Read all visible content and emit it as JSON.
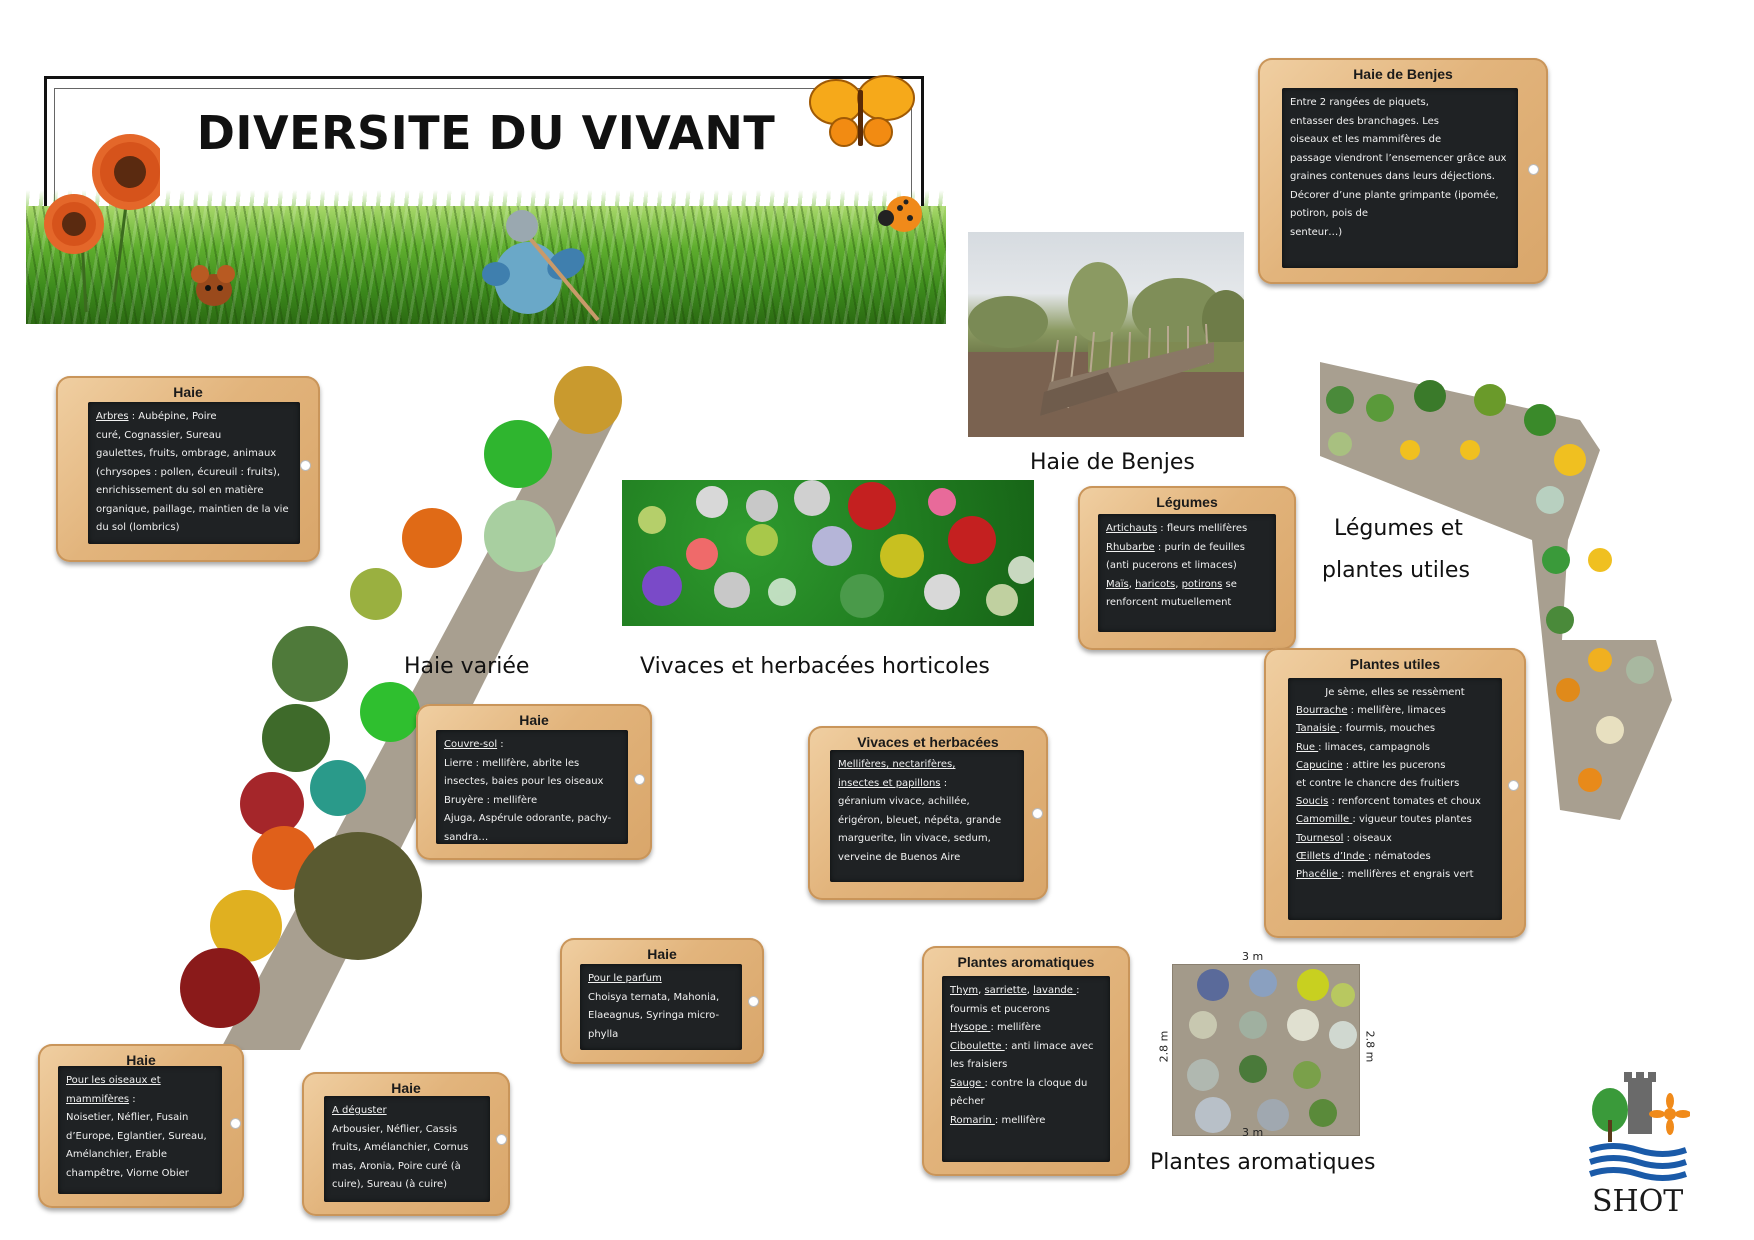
{
  "banner": {
    "title": "DIVERSITE DU VIVANT"
  },
  "labels": {
    "haie_benjes": "Haie de Benjes",
    "haie_variee": "Haie variée",
    "vivaces_horticoles": "Vivaces et herbacées horticoles",
    "legumes_line1": "Légumes et",
    "legumes_line2": "plantes utiles",
    "plantes_aromatiques": "Plantes aromatiques"
  },
  "aroma_dims": {
    "top": "3 m",
    "bottom": "3 m",
    "left": "2.8 m",
    "right": "2.8 m"
  },
  "boards": {
    "benjes": {
      "title": "Haie de Benjes",
      "lines": [
        "Entre 2 rangées de piquets,",
        "entasser des branchages. Les",
        "oiseaux et les mammifères de",
        "passage viendront l’ensemencer grâce aux",
        "graines contenues dans leurs déjections.",
        "Décorer d’une plante grimpante (ipomée,",
        "potiron, pois de",
        "senteur…)"
      ]
    },
    "haie_arbres": {
      "title": "Haie",
      "u1": "Arbres",
      "t1": " : Aubépine, Poire",
      "lines": [
        "curé, Cognassier, Sureau",
        "gaulettes, fruits, ombrage, animaux",
        "(chrysopes : pollen, écureuil : fruits),",
        "enrichissement du sol en matière",
        "organique, paillage, maintien de la vie",
        "du sol (lombrics)"
      ]
    },
    "legumes": {
      "title": "Légumes",
      "u1": "Artichauts",
      "t1": " : fleurs mellifères",
      "u2": "Rhubarbe",
      "t2": " : purin de feuilles",
      "l3": "(anti pucerons et limaces)",
      "u4a": "Maïs",
      "sep1": ", ",
      "u4b": "haricots",
      "sep2": ", ",
      "u4c": "potirons",
      "t4": " se",
      "l5": "renforcent mutuellement"
    },
    "plantes_utiles": {
      "title": "Plantes utiles",
      "intro": "Je sème, elles se ressèment",
      "items": [
        {
          "u": "Bourrache",
          "t": " : mellifère, limaces"
        },
        {
          "u": "Tanaisie ",
          "t": ": fourmis, mouches"
        },
        {
          "u": "Rue ",
          "t": ": limaces, campagnols"
        },
        {
          "u": "Capucine",
          "t": " : attire les pucerons"
        },
        {
          "u": "",
          "t": "et contre le chancre des fruitiers"
        },
        {
          "u": "Soucis",
          "t": " : renforcent tomates et choux"
        },
        {
          "u": "Camomille ",
          "t": ": vigueur toutes plantes"
        },
        {
          "u": "Tournesol",
          "t": " : oiseaux"
        },
        {
          "u": "Œillets d’Inde ",
          "t": ": nématodes"
        },
        {
          "u": "Phacélie ",
          "t": ": mellifères et engrais vert"
        }
      ]
    },
    "couvre_sol": {
      "title": "Haie",
      "u1": "Couvre-sol",
      "t1": " :",
      "lines": [
        "Lierre : mellifère, abrite les",
        "insectes, baies pour les oiseaux",
        "Bruyère : mellifère",
        "Ajuga, Aspérule odorante, pachy-",
        "sandra…"
      ]
    },
    "vivaces": {
      "title": "Vivaces et herbacées",
      "u1": "Mellifères, nectarifères,",
      "u2": "insectes et papillons",
      "t2": " :",
      "lines": [
        "géranium vivace, achillée,",
        "érigéron, bleuet, népéta, grande",
        "marguerite, lin vivace, sedum,",
        "verveine de Buenos Aire"
      ]
    },
    "parfum": {
      "title": "Haie",
      "u1": "Pour le parfum",
      "lines": [
        "Choisya ternata, Mahonia,",
        "Elaeagnus, Syringa micro-",
        "phylla"
      ]
    },
    "aromatiques": {
      "title": "Plantes aromatiques",
      "items": [
        {
          "u": "Thym",
          "t": ", "
        },
        {
          "u": "sarriette",
          "t": ", "
        },
        {
          "u": "lavande ",
          "t": ":"
        }
      ],
      "l2": "fourmis et pucerons",
      "u3": "Hysope ",
      "t3": ": mellifère",
      "u4": "Ciboulette ",
      "t4": ": anti limace avec",
      "l5": "les fraisiers",
      "u6": "Sauge ",
      "t6": ": contre la cloque du",
      "l7": "pêcher",
      "u8": "Romarin ",
      "t8": ": mellifère"
    },
    "oiseaux": {
      "title": "Haie",
      "u1": "Pour les oiseaux et",
      "u2": "mammifères",
      "t2": " :",
      "lines": [
        "Noisetier, Néflier, Fusain",
        "d’Europe, Eglantier, Sureau,",
        "Amélanchier, Erable",
        "champêtre, Viorne Obier"
      ]
    },
    "deguster": {
      "title": "Haie",
      "u1": "A déguster",
      "lines": [
        "Arbousier, Néflier, Cassis",
        "fruits, Amélanchier, Cornus",
        "mas, Aronia, Poire curé (à",
        "cuire), Sureau (à cuire)"
      ]
    }
  },
  "logo": {
    "text": "SHOT"
  },
  "colors": {
    "chalkboard": "#1f2224",
    "wood": "#e2b47c",
    "grass": "#3c8a1c",
    "path": "#a39a8a"
  }
}
